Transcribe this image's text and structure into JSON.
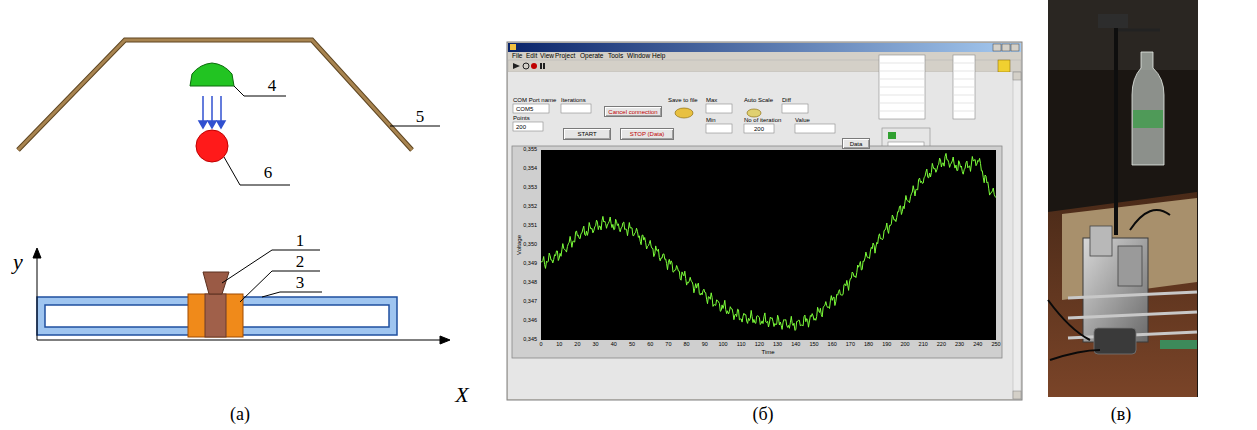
{
  "diagram": {
    "nodes": [
      {
        "text": [
          "Cancel connection"
        ]
      },
      {
        "text": [
          "START"
        ]
      },
      {
        "text": [
          "STOP (Data)"
        ]
      },
      {
        "text": [
          "Data"
        ]
      }
    ],
    "labels": [
      "1",
      "2",
      "3",
      "4",
      "5",
      "6",
      "y",
      "X",
      "(а)",
      "(б)",
      "(в)",
      "File",
      "Edit",
      "View",
      "Project",
      "Operate",
      "Tools",
      "Window",
      "Help",
      "COM Port name",
      "COM5",
      "Iterations",
      "Points",
      "200",
      "Save to file",
      "Max",
      "Min",
      "Auto Scale",
      "Diff",
      "No of iteration",
      "200",
      "Value",
      "Time",
      "Voltage",
      "0,355",
      "0,354",
      "0,353",
      "0,352",
      "0,351",
      "0,350",
      "0,349",
      "0,348",
      "0,347",
      "0,346",
      "0,345",
      "0",
      "10",
      "20",
      "30",
      "40",
      "50",
      "60",
      "70",
      "80",
      "90",
      "100",
      "110",
      "120",
      "130",
      "140",
      "150",
      "160",
      "170",
      "180",
      "190",
      "200",
      "210",
      "220",
      "230",
      "240",
      "250"
    ]
  }
}
